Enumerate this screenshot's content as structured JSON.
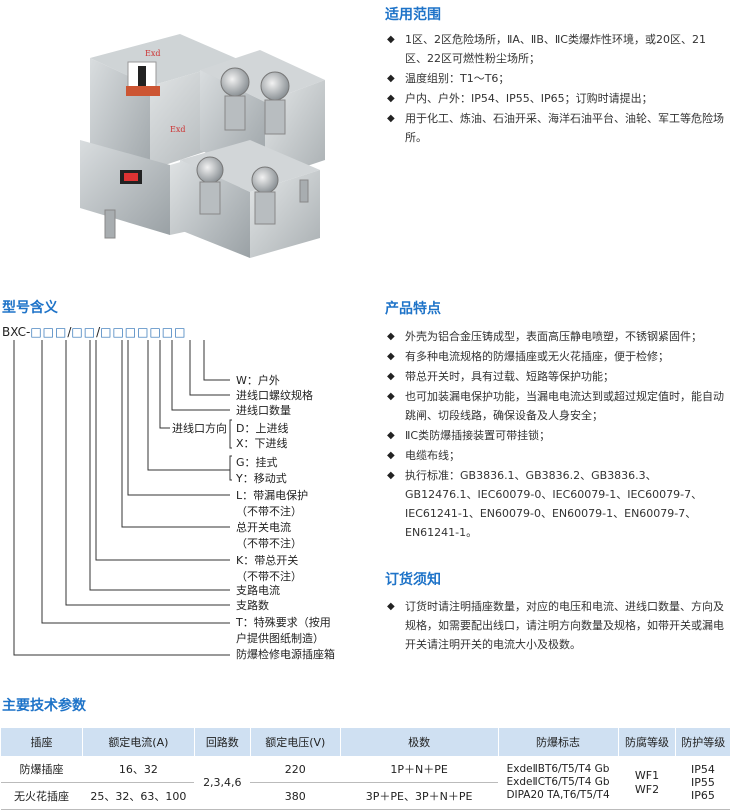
{
  "scope": {
    "title": "适用范围",
    "items": [
      "1区、2区危险场所，ⅡA、ⅡB、ⅡC类爆炸性环境，或20区、21区、22区可燃性粉尘场所；",
      "温度组别：T1～T6；",
      "户内、户外：IP54、IP55、IP65；订购时请提出；",
      "用于化工、炼油、石油开采、海洋石油平台、油轮、军工等危险场所。"
    ]
  },
  "model": {
    "title": "型号含义",
    "code_prefix": "BXC",
    "labels": {
      "w": "W：户外",
      "thread": "进线口螺纹规格",
      "count": "进线口数量",
      "dir": "进线口方向",
      "d": "D：上进线",
      "x": "X：下进线",
      "g": "G：挂式",
      "y": "Y：移动式",
      "l": "L：带漏电保护",
      "l_note": "（不带不注）",
      "main_current": "总开关电流",
      "main_note": "（不带不注）",
      "k": "K：带总开关",
      "k_note": "（不带不注）",
      "branch_current": "支路电流",
      "branch_count": "支路数",
      "t": "T：特殊要求（按用",
      "t2": "户提供图纸制造）",
      "name": "防爆检修电源插座箱"
    }
  },
  "features": {
    "title": "产品特点",
    "items": [
      "外壳为铝合金压铸成型，表面高压静电喷塑，不锈钢紧固件；",
      "有多种电流规格的防爆插座或无火花插座，便于检修；",
      "带总开关时，具有过载、短路等保护功能；",
      "也可加装漏电保护功能，当漏电电流达到或超过规定值时，能自动跳闸、切段线路，确保设备及人身安全；",
      "ⅡC类防爆插接装置可带挂锁；",
      "电缆布线；",
      "执行标准：GB3836.1、GB3836.2、GB3836.3、GB12476.1、IEC60079-0、IEC60079-1、IEC60079-7、IEC61241-1、EN60079-0、EN60079-1、EN60079-7、EN61241-1。"
    ]
  },
  "order": {
    "title": "订货须知",
    "items": [
      "订货时请注明插座数量，对应的电压和电流、进线口数量、方向及规格，如需要配出线口，请注明方向数量及规格，如带开关或漏电开关请注明开关的电流大小及极数。"
    ]
  },
  "tech": {
    "title": "主要技术参数",
    "headers": [
      "插座",
      "额定电流(A)",
      "回路数",
      "额定电压(V)",
      "极数",
      "防爆标志",
      "防腐等级",
      "防护等级"
    ],
    "row1": {
      "socket": "防爆插座",
      "current": "16、32",
      "voltage": "220",
      "poles": "1P＋N＋PE"
    },
    "row2": {
      "socket": "无火花插座",
      "current": "25、32、63、100",
      "voltage": "380",
      "poles": "3P＋PE、3P＋N＋PE"
    },
    "circuits": "2,3,4,6",
    "exmarks": [
      "ExdeⅡBT6/T5/T4  Gb",
      "ExdeⅡCT6/T5/T4  Gb",
      "DIPA20 TA,T6/T5/T4"
    ],
    "wf": [
      "WF1",
      "WF2"
    ],
    "ip": [
      "IP54",
      "IP55",
      "IP65"
    ]
  },
  "photo": {
    "sign_text": "Exd"
  }
}
